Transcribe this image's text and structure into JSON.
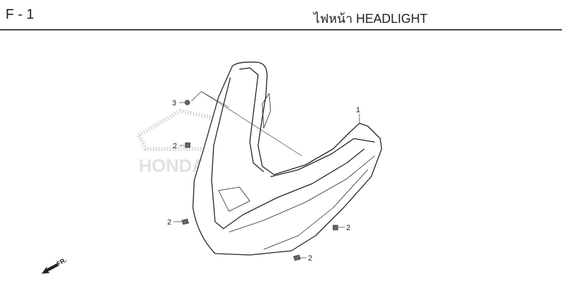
{
  "header": {
    "section_code": "F - 1",
    "title": "ไฟหน้า  HEADLIGHT"
  },
  "watermark": "HONDA",
  "callouts": [
    {
      "ref": "1",
      "part": "headlight-assembly"
    },
    {
      "ref": "3",
      "part": "screw"
    },
    {
      "ref": "2",
      "part": "clip-nut"
    },
    {
      "ref": "2",
      "part": "clip-nut"
    },
    {
      "ref": "2",
      "part": "clip-nut"
    },
    {
      "ref": "2",
      "part": "clip-nut"
    }
  ],
  "direction_marker": "FR."
}
